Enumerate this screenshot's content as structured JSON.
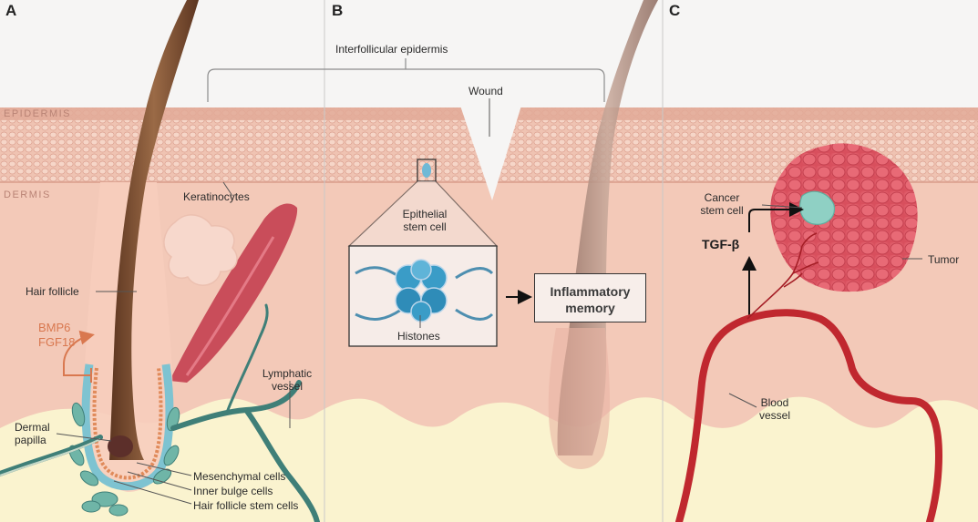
{
  "panels": {
    "a": "A",
    "b": "B",
    "c": "C"
  },
  "layers": {
    "epidermis": "EPIDERMIS",
    "dermis": "DERMIS"
  },
  "labels": {
    "interfollicular_epidermis": "Interfollicular epidermis",
    "wound": "Wound",
    "keratinocytes": "Keratinocytes",
    "hair_follicle": "Hair follicle",
    "bmp6": "BMP6",
    "fgf18": "FGF18",
    "lymphatic_vessel_line1": "Lymphatic",
    "lymphatic_vessel_line2": "vessel",
    "dermal_papilla_line1": "Dermal",
    "dermal_papilla_line2": "papilla",
    "mesenchymal_cells": "Mesenchymal cells",
    "inner_bulge_cells": "Inner bulge cells",
    "hair_follicle_stem_cells": "Hair follicle stem cells",
    "epithelial_stem_cell_line1": "Epithelial",
    "epithelial_stem_cell_line2": "stem cell",
    "histones": "Histones",
    "inflammatory_memory_line1": "Inflammatory",
    "inflammatory_memory_line2": "memory",
    "cancer_stem_cell_line1": "Cancer",
    "cancer_stem_cell_line2": "stem cell",
    "tgf_beta": "TGF-β",
    "tumor": "Tumor",
    "blood_vessel_line1": "Blood",
    "blood_vessel_line2": "vessel"
  },
  "colors": {
    "dermis": "#f3c9b8",
    "epidermis": "#f0c2b0",
    "fat": "#faf3cf",
    "hair": "#7a4a2c",
    "muscle": "#c94d5a",
    "lymphatic": "#3f7f78",
    "blood": "#c0282f",
    "tumor": "#e0606b",
    "stem_cell": "#8fd0c4",
    "signal": "#d9784f"
  }
}
